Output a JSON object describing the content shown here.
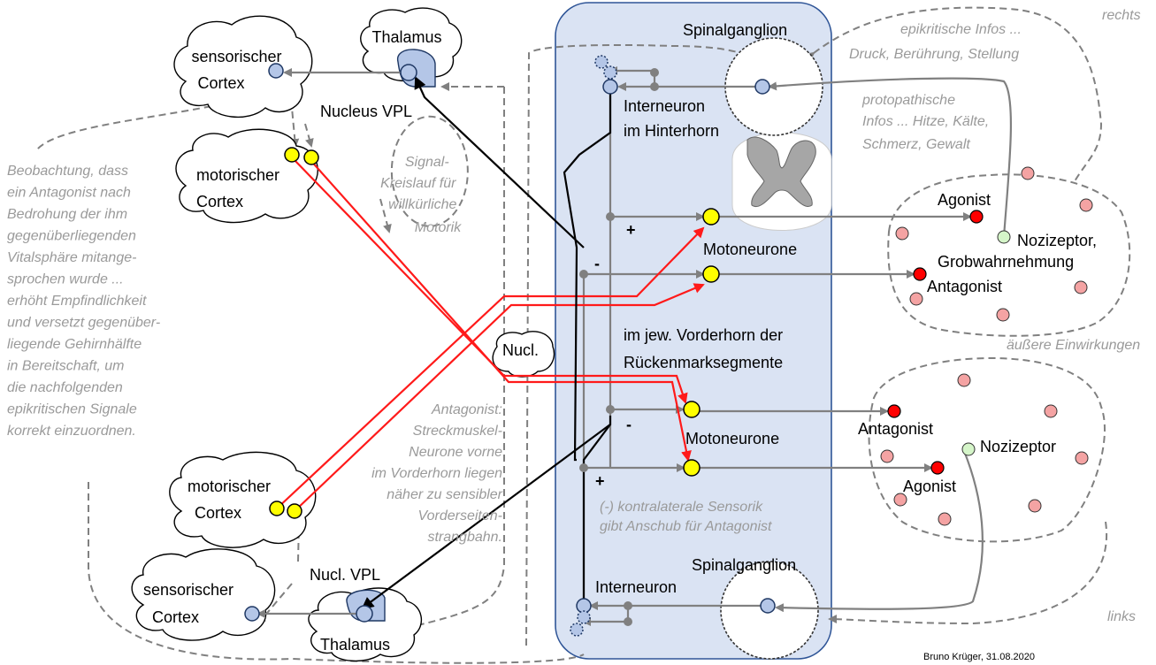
{
  "colors": {
    "motor_path": "#ff1a1a",
    "sensory_path": "#000000",
    "neutral_path": "#808080",
    "spinal_box_fill": "#dae3f3",
    "spinal_box_stroke": "#2f5597",
    "neuron_yellow": "#ffff00",
    "neuron_blue": "#b4c6e7",
    "muscle_red": "#ff0000",
    "muscle_pink": "#f4a3a3",
    "receptor_green": "#d5f5c9",
    "note_gray": "#9a9a9a"
  },
  "icons": [
    "cloud-shape",
    "neuron-circle",
    "spinal-cord-cross-section",
    "arrow-head"
  ],
  "labels": {
    "sensory_cortex_top": [
      "sensorischer",
      "Cortex"
    ],
    "thalamus_top": "Thalamus",
    "nucleus_vpl_top": "Nucleus VPL",
    "motor_cortex_top": [
      "motorischer",
      "Cortex"
    ],
    "signal_loop": [
      "Signal-",
      "Kreislauf für",
      "willkürliche",
      "Motorik"
    ],
    "observation_note": [
      "Beobachtung, dass",
      "ein Antagonist nach",
      "Bedrohung der ihm",
      "gegenüberliegenden",
      "Vitalsphäre mitange-",
      "sprochen wurde ...",
      "erhöht Empfindlichkeit",
      "und versetzt gegenüber-",
      "liegende Gehirnhälfte",
      "in Bereitschaft, um",
      "die nachfolgenden",
      "epikritischen Signale",
      "korrekt einzuordnen."
    ],
    "nucl": "Nucl.",
    "antagonist_note": [
      "Antagonist:",
      "Streckmuskel-",
      "Neurone vorne",
      "im Vorderhorn liegen",
      "näher zu sensibler",
      "Vorderseiten-",
      "strangbahn."
    ],
    "motor_cortex_bottom": [
      "motorischer",
      "Cortex"
    ],
    "sensory_cortex_bottom": [
      "sensorischer",
      "Cortex"
    ],
    "nucl_vpl_bottom": "Nucl. VPL",
    "thalamus_bottom": "Thalamus",
    "spinalganglion_top": "Spinalganglion",
    "interneuron_top": [
      "Interneuron",
      "im Hinterhorn"
    ],
    "plus_top": "+",
    "minus_top": "-",
    "motoneurone_top": "Motoneurone",
    "vorderhorn": [
      "im jew. Vorderhorn der",
      "Rückenmarksegmente"
    ],
    "minus_bottom": "-",
    "motoneurone_bottom": "Motoneurone",
    "plus_bottom": "+",
    "contralateral_note": [
      "(-) kontralaterale Sensorik",
      "gibt Anschub für Antagonist"
    ],
    "spinalganglion_bottom": "Spinalganglion",
    "interneuron_bottom": "Interneuron",
    "epikritisch": [
      "epikritische Infos ...",
      "Druck, Berührung, Stellung"
    ],
    "rechts": "rechts",
    "protopathisch": [
      "protopathische",
      "Infos ... Hitze, Kälte,",
      "Schmerz, Gewalt"
    ],
    "agonist_top": "Agonist",
    "nozizeptor_top": [
      "Nozizeptor,",
      "Grobwahrnehmung"
    ],
    "antagonist_top": "Antagonist",
    "aeussere": "äußere Einwirkungen",
    "antagonist_bottom": "Antagonist",
    "nozizeptor_bottom": "Nozizeptor",
    "agonist_bottom": "Agonist",
    "links": "links",
    "credit": "Bruno Krüger, 31.08.2020"
  }
}
